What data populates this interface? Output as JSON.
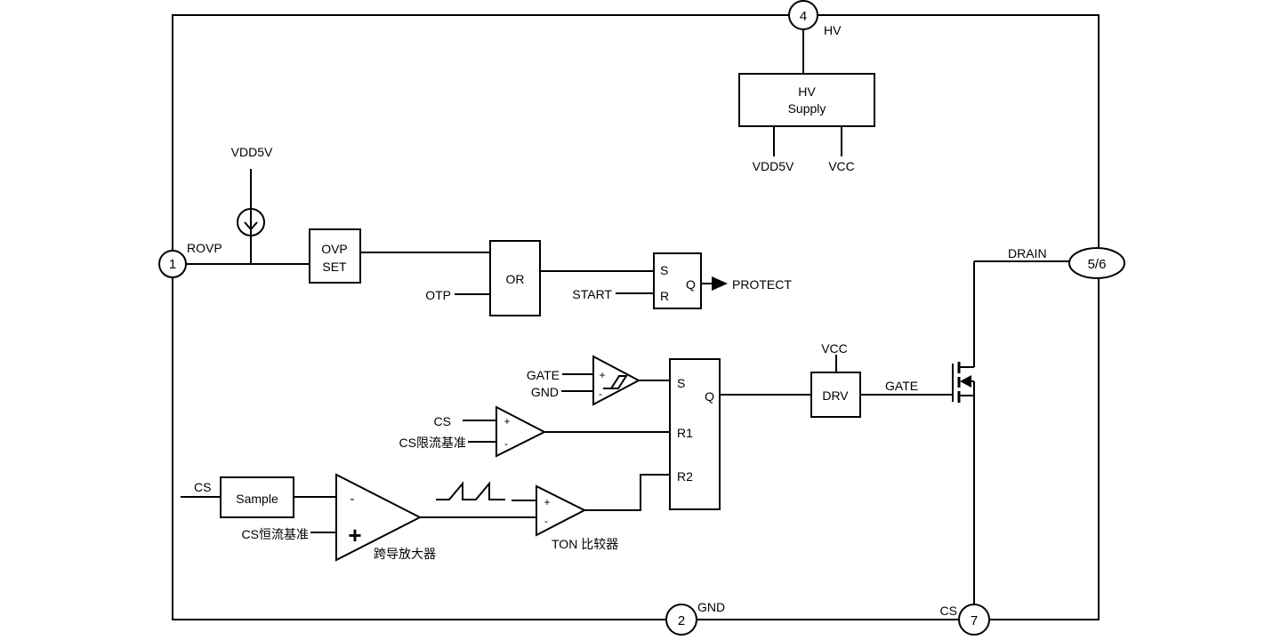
{
  "colors": {
    "line": "#000000",
    "background": "#ffffff",
    "text": "#000000"
  },
  "pins": {
    "pin4": {
      "number": "4",
      "name": "HV"
    },
    "pin1": {
      "number": "1",
      "name": "ROVP"
    },
    "pin56": {
      "number": "5/6",
      "name": "DRAIN"
    },
    "pin2": {
      "number": "2",
      "name": "GND"
    },
    "pin7": {
      "number": "7",
      "name": "CS"
    }
  },
  "blocks": {
    "hv_supply": {
      "line1": "HV",
      "line2": "Supply",
      "out1": "VDD5V",
      "out2": "VCC"
    },
    "ovp_set": {
      "line1": "OVP",
      "line2": "SET"
    },
    "or_gate": {
      "label": "OR"
    },
    "protect_latch": {
      "s": "S",
      "r": "R",
      "q": "Q"
    },
    "main_latch": {
      "s": "S",
      "r1": "R1",
      "r2": "R2",
      "q": "Q"
    },
    "sample": {
      "label": "Sample"
    },
    "drv": {
      "label": "DRV"
    }
  },
  "signals": {
    "vdd5v_top": "VDD5V",
    "otp": "OTP",
    "start": "START",
    "protect": "PROTECT",
    "gate_cmp_in_plus": "GATE",
    "gate_cmp_in_minus": "GND",
    "cs_cmp_in_plus": "CS",
    "cs_limit_ref": "CS限流基准",
    "cs_sample_in": "CS",
    "cs_cc_ref": "CS恒流基准",
    "gm_amp_label": "跨导放大器",
    "ton_cmp_label": "TON 比较器",
    "vcc_drv": "VCC",
    "gate_out": "GATE",
    "plus": "+",
    "minus": "-"
  }
}
